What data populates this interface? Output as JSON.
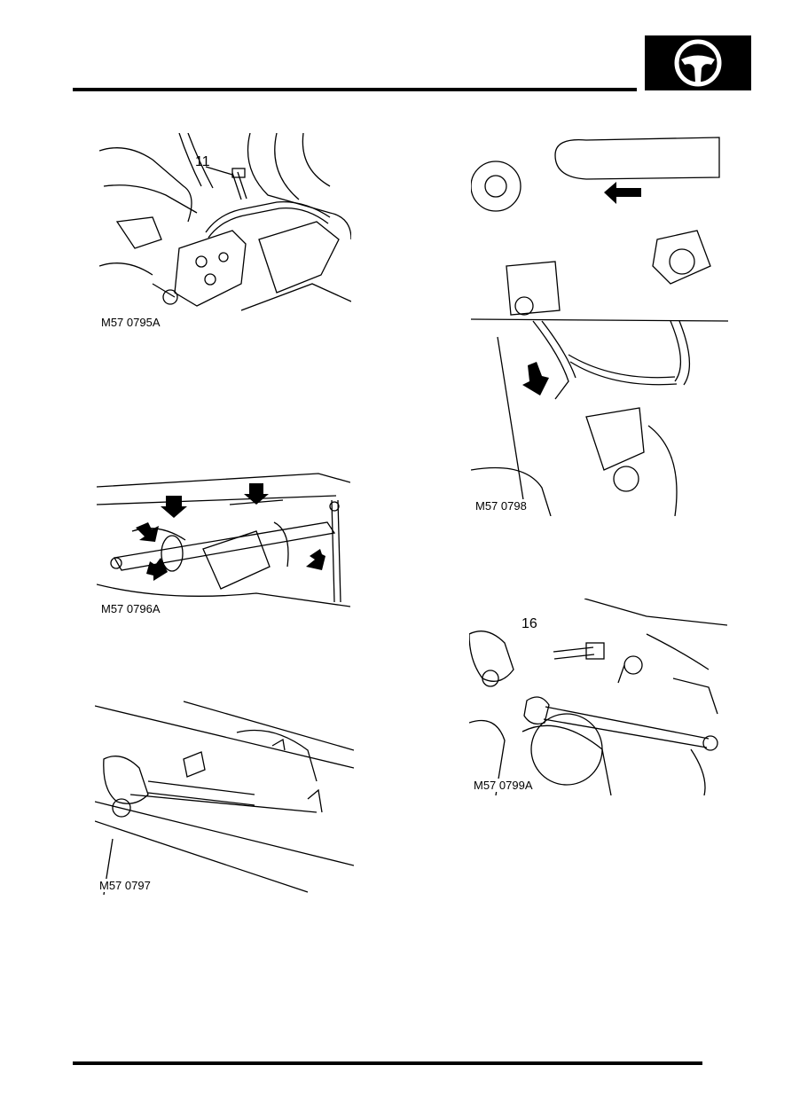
{
  "header": {
    "section_icon": "steering-wheel-icon"
  },
  "figures": [
    {
      "id": "fig1",
      "caption": "M57 0795A",
      "callout": "11"
    },
    {
      "id": "fig2",
      "caption": "M57 0796A"
    },
    {
      "id": "fig3",
      "caption": "M57 0797"
    },
    {
      "id": "fig4",
      "caption": "M57 0798"
    },
    {
      "id": "fig5",
      "caption": "M57 0799A",
      "callout": "16"
    }
  ],
  "colors": {
    "ink": "#000000",
    "paper": "#ffffff"
  }
}
